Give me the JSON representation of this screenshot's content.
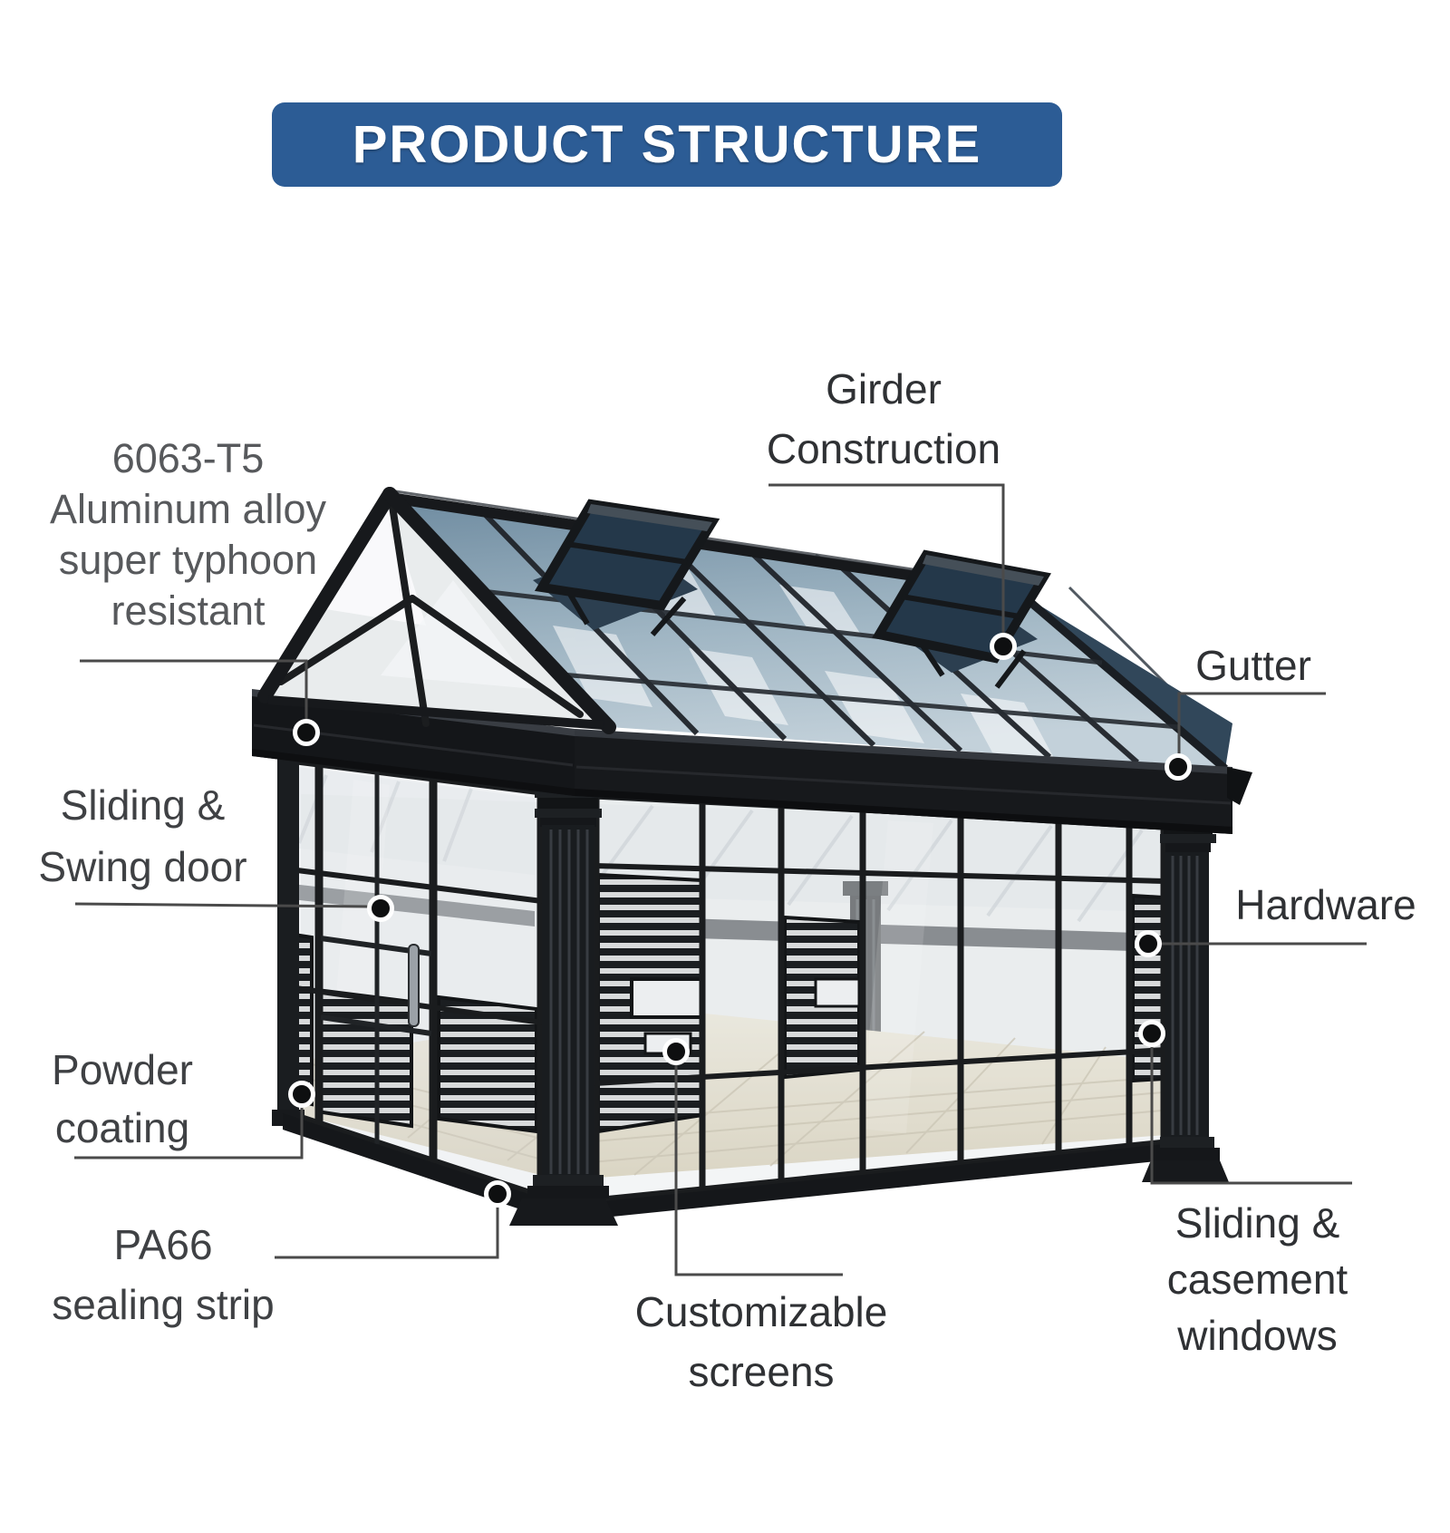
{
  "title": {
    "text": "PRODUCT STRUCTURE",
    "bg_color": "#2c5c95",
    "text_color": "#ffffff"
  },
  "callouts": {
    "alloy": {
      "lines": [
        "6063-T5",
        "Aluminum alloy",
        "super typhoon",
        "resistant"
      ]
    },
    "girder": {
      "lines": [
        "Girder",
        "Construction"
      ]
    },
    "gutter": {
      "lines": [
        "Gutter"
      ]
    },
    "sliding_swing_door": {
      "lines": [
        "Sliding &",
        "Swing door"
      ]
    },
    "hardware": {
      "lines": [
        "Hardware"
      ]
    },
    "powder_coating": {
      "lines": [
        "Powder",
        "coating"
      ]
    },
    "pa66_sealing_strip": {
      "lines": [
        "PA66",
        "sealing strip"
      ]
    },
    "customizable_screens": {
      "lines": [
        "Customizable",
        "screens"
      ]
    },
    "sliding_casement_windows": {
      "lines": [
        "Sliding &",
        "casement",
        "windows"
      ]
    }
  },
  "illustration": {
    "subject": "black aluminum frame glass sunroom with gable roof and two open skylights",
    "marker_color": "#0e0f10",
    "leader_color": "#4a4a4a",
    "frame_color": "#1a1c1e",
    "roof_glass_color": "#8fa7b8",
    "floor_color": "#ddd2b6"
  }
}
